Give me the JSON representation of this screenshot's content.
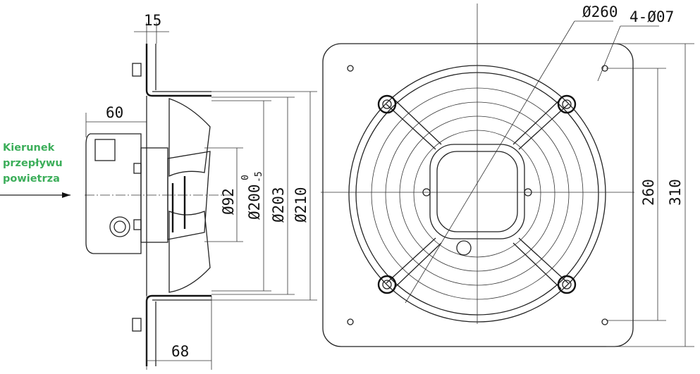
{
  "flow_note": {
    "line1": "Kierunek",
    "line2": "przepływu",
    "line3": "powietrza"
  },
  "side_view": {
    "dim_flange": "15",
    "dim_motor_depth": "60",
    "dim_total_depth": "68",
    "dim_hub": "Ø92",
    "dim_blade": "Ø200",
    "dim_blade_tol_upper": "0",
    "dim_blade_tol_lower": "-5",
    "dim_inner": "Ø203",
    "dim_opening": "Ø210"
  },
  "front_view": {
    "dim_guard": "Ø260",
    "dim_holes": "4-Ø07",
    "dim_hole_spacing": "260",
    "dim_plate": "310"
  },
  "colors": {
    "note": "#3cae5a",
    "line": "#222222"
  }
}
